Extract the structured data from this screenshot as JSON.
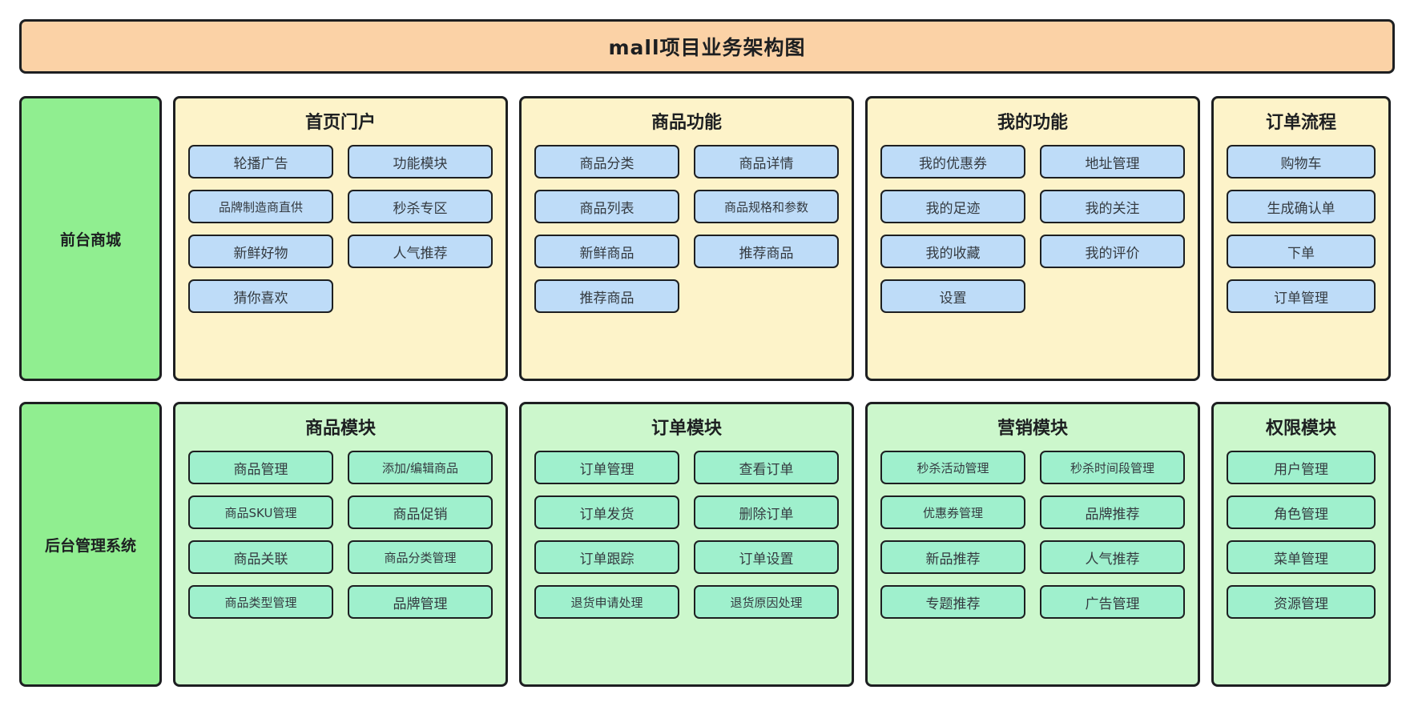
{
  "title": "mall项目业务架构图",
  "rows": [
    {
      "id": "frontend",
      "side_label": "前台商城",
      "groups": [
        {
          "id": "home-portal",
          "title": "首页门户",
          "items": [
            "轮播广告",
            "功能模块",
            "品牌制造商直供",
            "秒杀专区",
            "新鲜好物",
            "人气推荐",
            "猜你喜欢"
          ]
        },
        {
          "id": "product-features",
          "title": "商品功能",
          "items": [
            "商品分类",
            "商品详情",
            "商品列表",
            "商品规格和参数",
            "新鲜商品",
            "推荐商品",
            "推荐商品"
          ]
        },
        {
          "id": "my-features",
          "title": "我的功能",
          "items": [
            "我的优惠券",
            "地址管理",
            "我的足迹",
            "我的关注",
            "我的收藏",
            "我的评价",
            "设置"
          ]
        },
        {
          "id": "order-flow",
          "title": "订单流程",
          "items": [
            "购物车",
            "生成确认单",
            "下单",
            "订单管理"
          ]
        }
      ]
    },
    {
      "id": "backend",
      "side_label": "后台管理系统",
      "groups": [
        {
          "id": "product-module",
          "title": "商品模块",
          "items": [
            "商品管理",
            "添加/编辑商品",
            "商品SKU管理",
            "商品促销",
            "商品关联",
            "商品分类管理",
            "商品类型管理",
            "品牌管理"
          ]
        },
        {
          "id": "order-module",
          "title": "订单模块",
          "items": [
            "订单管理",
            "查看订单",
            "订单发货",
            "删除订单",
            "订单跟踪",
            "订单设置",
            "退货申请处理",
            "退货原因处理"
          ]
        },
        {
          "id": "marketing-module",
          "title": "营销模块",
          "items": [
            "秒杀活动管理",
            "秒杀时间段管理",
            "优惠券管理",
            "品牌推荐",
            "新品推荐",
            "人气推荐",
            "专题推荐",
            "广告管理"
          ]
        },
        {
          "id": "permission-module",
          "title": "权限模块",
          "items": [
            "用户管理",
            "角色管理",
            "菜单管理",
            "资源管理"
          ]
        }
      ]
    }
  ],
  "colors": {
    "banner_bg": "#fbd2a6",
    "side_label_bg": "#90ee90",
    "yellow_panel_bg": "#fdf3c9",
    "green_panel_bg": "#ccf7cc",
    "blue_chip_bg": "#bedcf8",
    "green_chip_bg": "#9ff0cd",
    "stroke": "#1d1f21"
  }
}
